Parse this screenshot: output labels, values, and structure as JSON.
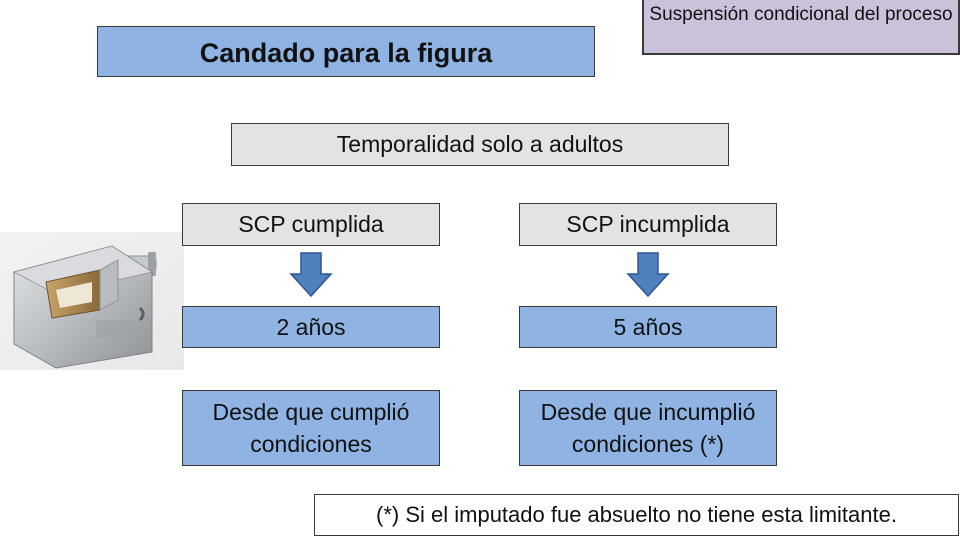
{
  "title": "Candado para la figura",
  "header_note": "Suspensión condicional del proceso",
  "scope": "Temporalidad solo a adultos",
  "branches": [
    {
      "status": "SCP cumplida",
      "years": "2 años",
      "since": "Desde que cumplió condiciones"
    },
    {
      "status": "SCP incumplida",
      "years": "5 años",
      "since": "Desde que incumplió condiciones (*)"
    }
  ],
  "footnote": "(*) Si el imputado fue absuelto no tiene esta limitante.",
  "colors": {
    "blue_box": "#8fb4e3",
    "grey_box": "#e3e3e3",
    "lilac_box": "#ccc1da",
    "arrow": "#4f81bd"
  },
  "icons": [
    "padlock-image",
    "down-arrow-icon"
  ]
}
